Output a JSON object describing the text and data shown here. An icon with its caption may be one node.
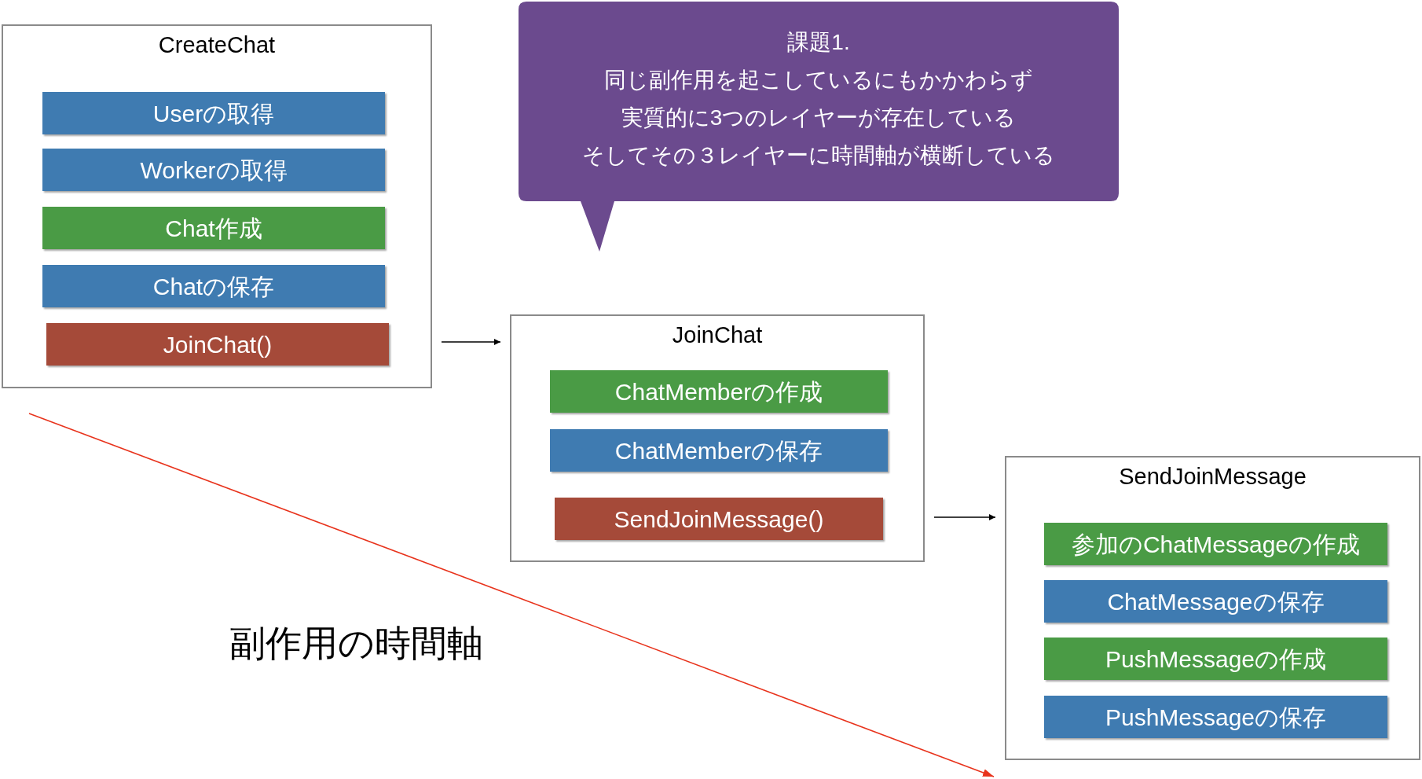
{
  "diagram": {
    "nodes": [
      {
        "text": [
          "CreateChat"
        ]
      },
      {
        "text": [
          "Userの取得"
        ],
        "in": 0
      },
      {
        "text": [
          "Workerの取得"
        ],
        "in": 0
      },
      {
        "text": [
          "Chat作成"
        ],
        "in": 0
      },
      {
        "text": [
          "Chatの保存"
        ],
        "in": 0
      },
      {
        "text": [
          "JoinChat()"
        ],
        "in": 0
      },
      {
        "text": [
          "課題1.",
          "同じ副作用を起こしているにもかかわらず",
          "実質的に3つのレイヤーが存在している",
          "そしてその３レイヤーに時間軸が横断している"
        ]
      },
      {
        "text": [
          "JoinChat"
        ]
      },
      {
        "text": [
          "ChatMemberの作成"
        ],
        "in": 7
      },
      {
        "text": [
          "ChatMemberの保存"
        ],
        "in": 7
      },
      {
        "text": [
          "SendJoinMessage()"
        ],
        "in": 7
      },
      {
        "text": [
          "SendJoinMessage"
        ]
      },
      {
        "text": [
          "参加のChatMessageの作成"
        ],
        "in": 11
      },
      {
        "text": [
          "ChatMessageの保存"
        ],
        "in": 11
      },
      {
        "text": [
          "PushMessageの作成"
        ],
        "in": 11
      },
      {
        "text": [
          "PushMessageの保存"
        ],
        "in": 11
      }
    ],
    "edges": [
      {
        "from": 0,
        "to": 7,
        "arrow": "to"
      },
      {
        "from": 7,
        "to": 11,
        "arrow": "to"
      }
    ],
    "labels": [
      "副作用の時間軸"
    ]
  }
}
